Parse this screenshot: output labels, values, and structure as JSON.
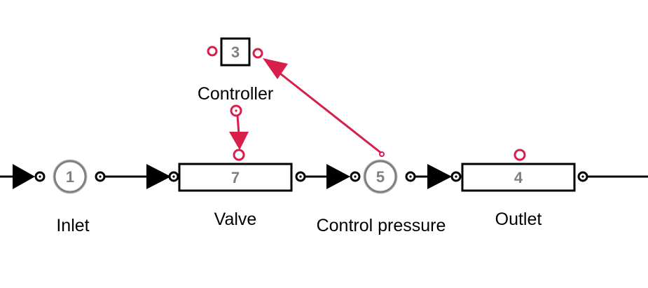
{
  "nodes": {
    "inlet": {
      "number": "1",
      "label": "Inlet"
    },
    "valve": {
      "number": "7",
      "label": "Valve"
    },
    "pressure": {
      "number": "5",
      "label": "Control pressure"
    },
    "outlet": {
      "number": "4",
      "label": "Outlet"
    },
    "controller": {
      "number": "3",
      "label": "Controller"
    }
  },
  "colors": {
    "line": "#000000",
    "signal": "#d81e4a",
    "number_text": "#808080",
    "node_circle_stroke": "#808080"
  }
}
